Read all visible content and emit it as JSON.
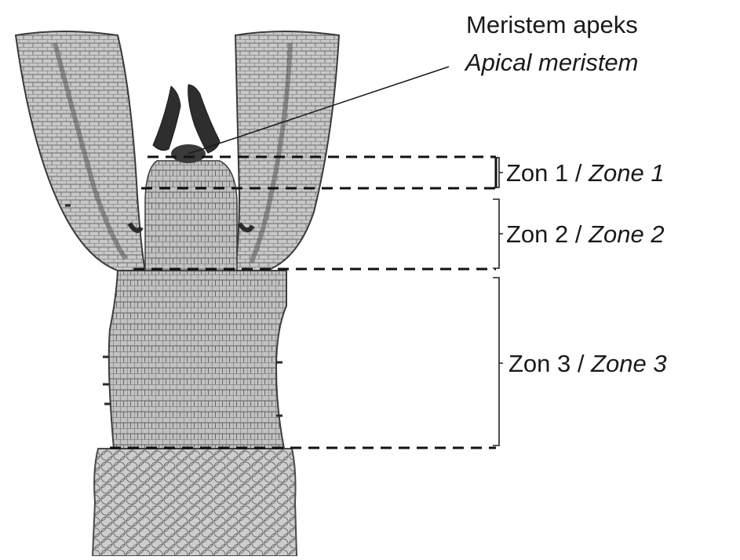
{
  "meristem_label": {
    "line1": "Meristem apeks",
    "line2": "Apical meristem"
  },
  "zones": [
    {
      "label_local": "Zon 1",
      "separator": " / ",
      "label_en": "Zone 1"
    },
    {
      "label_local": "Zon 2",
      "separator": " / ",
      "label_en": "Zone 2"
    },
    {
      "label_local": "Zon 3",
      "separator": " / ",
      "label_en": "Zone 3"
    }
  ],
  "colors": {
    "tissue_fill": "#b9b9b9",
    "tissue_dark": "#3a3a3a",
    "cell_wall": "#555555",
    "dashed_line": "#111111",
    "bracket": "#222222"
  }
}
